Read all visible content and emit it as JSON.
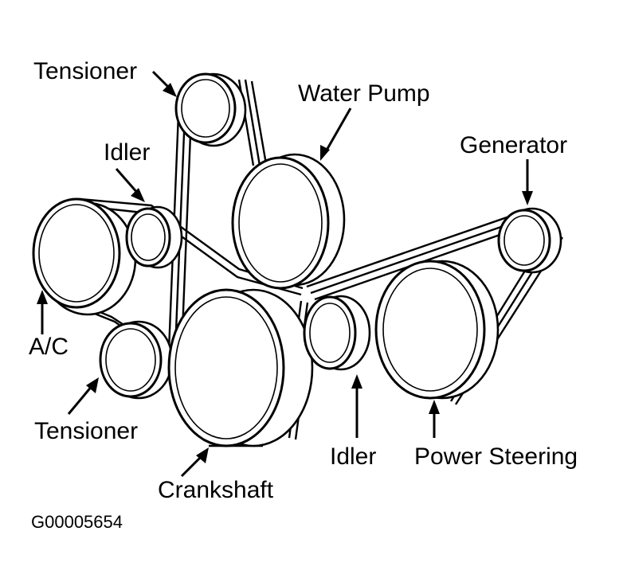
{
  "labels": {
    "tensioner_top": "Tensioner",
    "water_pump": "Water Pump",
    "idler_upper": "Idler",
    "generator": "Generator",
    "ac": "A/C",
    "tensioner_bottom": "Tensioner",
    "crankshaft": "Crankshaft",
    "idler_lower": "Idler",
    "power_steering": "Power Steering"
  },
  "figure_code": "G00005654"
}
